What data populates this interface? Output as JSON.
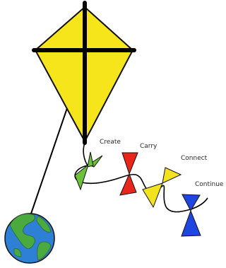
{
  "bows": [
    {
      "label": "Create",
      "color": "#6cc13a"
    },
    {
      "label": "Carry",
      "color": "#e8261c"
    },
    {
      "label": "Connect",
      "color": "#f3e21e"
    },
    {
      "label": "Continue",
      "color": "#1f46e0"
    }
  ],
  "kite_color": "#f6e51a",
  "globe_colors": {
    "ocean": "#2e7fd6",
    "land": "#4aaa3f"
  }
}
